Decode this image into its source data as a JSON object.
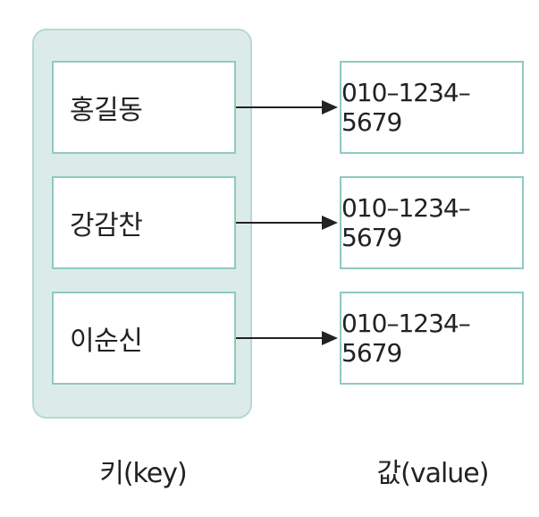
{
  "keys": [
    {
      "label": "홍길동"
    },
    {
      "label": "강감찬"
    },
    {
      "label": "이순신"
    }
  ],
  "values": [
    {
      "label": "010–1234–5679"
    },
    {
      "label": "010–1234–5679"
    },
    {
      "label": "010–1234–5679"
    }
  ],
  "captions": {
    "key": "키(key)",
    "value": "값(value)"
  },
  "colors": {
    "container_fill": "#dbece8",
    "container_border": "#b7d8d1",
    "box_border": "#8fcac0",
    "arrow": "#222222"
  }
}
